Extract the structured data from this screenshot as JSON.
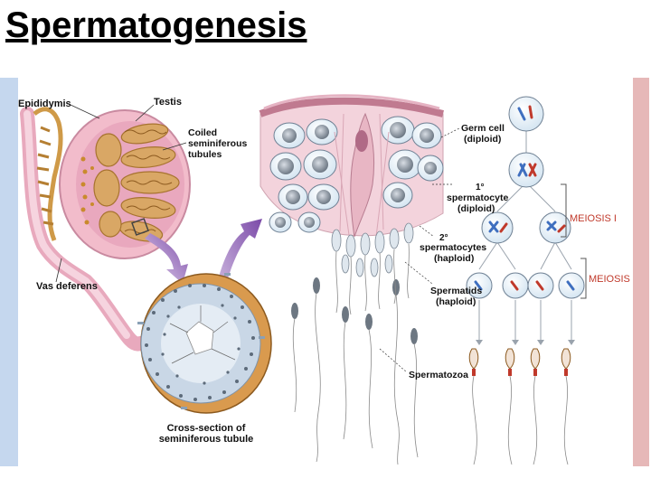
{
  "slide": {
    "title": "Spermatogenesis"
  },
  "labels": {
    "epididymis": "Epididymis",
    "testis": "Testis",
    "coiled_1": "Coiled",
    "coiled_2": "seminiferous",
    "coiled_3": "tubules",
    "vas_deferens": "Vas deferens",
    "cross_1": "Cross-section of",
    "cross_2": "seminiferous tubule",
    "germ_1": "Germ cell",
    "germ_2": "(diploid)",
    "primary_1": "1°",
    "primary_2": "spermatocyte",
    "primary_3": "(diploid)",
    "secondary_1": "2°",
    "secondary_2": "spermatocytes",
    "secondary_3": "(haploid)",
    "spermatids_1": "Spermatids",
    "spermatids_2": "(haploid)",
    "spermatozoa": "Spermatozoa",
    "meiosis1": "MEIOSIS I",
    "meiosis2": "MEIOSIS II"
  },
  "colors": {
    "left_bar": "#c5d7ee",
    "right_bar": "#e6b8b8",
    "meiosis_text": "#c0392b",
    "tissue_pink": "#efc3d1",
    "tubule_tan": "#d9a765",
    "arrow_purple": "#7b4aa8"
  }
}
